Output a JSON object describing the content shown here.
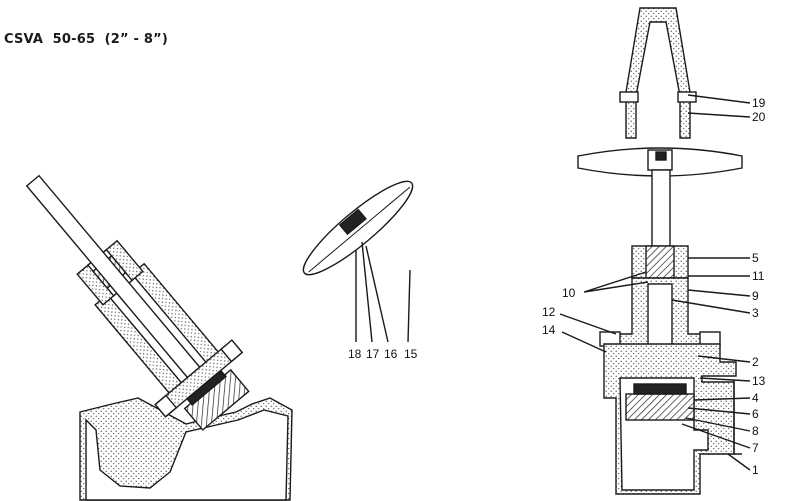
{
  "title": "CSVA  50-65  (2” - 8”)",
  "left_view_labels": [
    "18",
    "17",
    "16",
    "15"
  ],
  "right_view_labels": [
    "19",
    "20",
    "5",
    "11",
    "10",
    "9",
    "3",
    "12",
    "14",
    "2",
    "13",
    "4",
    "6",
    "8",
    "7",
    "1"
  ],
  "colors": {
    "line": "#1a1a1a",
    "fill": "#ffffff",
    "stipple": "#555555"
  }
}
